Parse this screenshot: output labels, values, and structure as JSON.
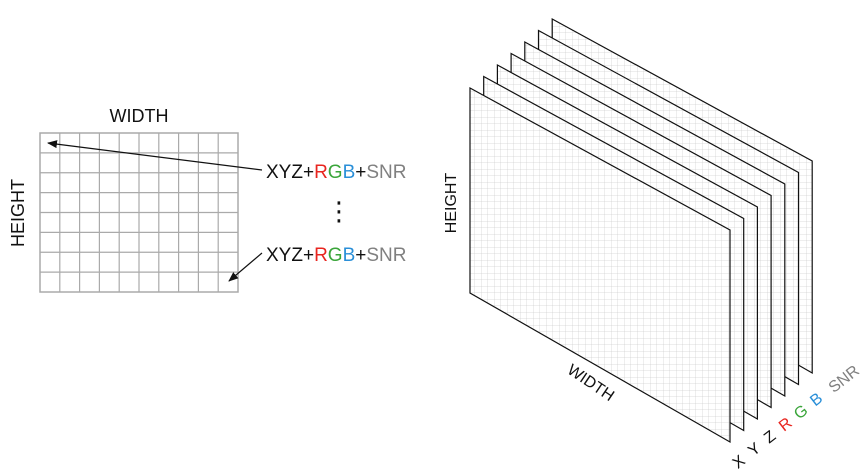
{
  "left_grid": {
    "width_label": "WIDTH",
    "height_label": "HEIGHT",
    "columns": 10,
    "rows": 8,
    "pixel_label_first": {
      "prefix": "XYZ+",
      "r": "R",
      "g": "G",
      "b": "B",
      "plus": "+",
      "suffix": "SNR"
    },
    "ellipsis": "⋮",
    "pixel_label_last": {
      "prefix": "XYZ+",
      "r": "R",
      "g": "G",
      "b": "B",
      "plus": "+",
      "suffix": "SNR"
    }
  },
  "right_stack": {
    "height_label": "HEIGHT",
    "width_label": "WIDTH",
    "channels": [
      {
        "label": "X",
        "color": "#111111"
      },
      {
        "label": "Y",
        "color": "#111111"
      },
      {
        "label": "Z",
        "color": "#111111"
      },
      {
        "label": "R",
        "color": "#e8251f"
      },
      {
        "label": "G",
        "color": "#3aa53a"
      },
      {
        "label": "B",
        "color": "#2a8fd8"
      },
      {
        "label": "SNR",
        "color": "#808080"
      }
    ]
  },
  "colors": {
    "text": "#111111",
    "grid_line": "#aaaaaa",
    "red": "#e8251f",
    "green": "#3aa53a",
    "blue": "#2a8fd8",
    "gray": "#808080"
  }
}
